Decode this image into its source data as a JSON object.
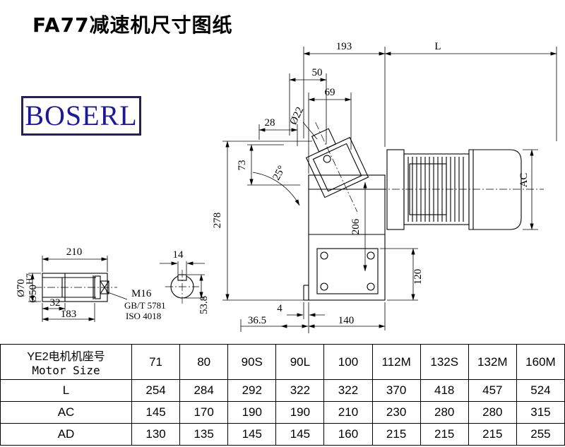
{
  "title": "FA77减速机尺寸图纸",
  "logo": {
    "text": "BOSERL"
  },
  "colors": {
    "logo_text": "#1d1896",
    "logo_border": "#2a1f55",
    "line_color": "#000000"
  },
  "drawing": {
    "dims": {
      "d193": "193",
      "dL": "L",
      "d50": "50",
      "d69": "69",
      "dia22": "Ø22",
      "d28": "28",
      "d73": "73",
      "angle25": "25°",
      "d278": "278",
      "d206": "206",
      "dAC": "AC",
      "d120": "120",
      "d4": "4",
      "d36_5": "36.5",
      "d140": "140",
      "d210": "210",
      "d14": "14",
      "dia70": "Ø70",
      "dia50": "Ø50",
      "dia50_tol": "H7",
      "d32": "32",
      "d183": "183",
      "m16": "M16",
      "std1": "GB/T 5781",
      "std2": "ISO 4018",
      "d53_8": "53.8"
    }
  },
  "table": {
    "header_cn": "YE2电机机座号",
    "header_en": "Motor Size",
    "sizes": [
      "71",
      "80",
      "90S",
      "90L",
      "100",
      "112M",
      "132S",
      "132M",
      "160M"
    ],
    "rows": [
      {
        "label": "L",
        "values": [
          "254",
          "284",
          "292",
          "322",
          "322",
          "370",
          "418",
          "457",
          "524"
        ]
      },
      {
        "label": "AC",
        "values": [
          "145",
          "170",
          "190",
          "190",
          "210",
          "230",
          "280",
          "280",
          "315"
        ]
      },
      {
        "label": "AD",
        "values": [
          "130",
          "135",
          "145",
          "145",
          "160",
          "215",
          "215",
          "215",
          "255"
        ]
      }
    ]
  }
}
